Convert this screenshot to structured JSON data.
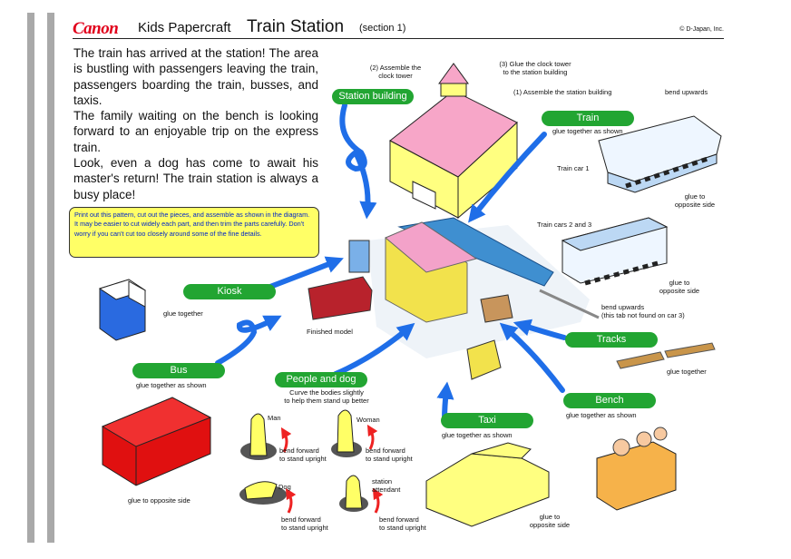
{
  "header": {
    "logo": "Canon",
    "series": "Kids Papercraft",
    "title": "Train Station",
    "section": "(section 1)",
    "copyright": "© D-Japan, Inc."
  },
  "intro": [
    "The train has arrived at the station!  The area is bustling with passengers leaving the train, passengers boarding the train, busses, and taxis.",
    "The family waiting on the bench is looking forward to an enjoyable trip on the express train.",
    "Look, even a dog has come to await his master's return!  The train station is always a busy place!"
  ],
  "note": "Print out this pattern, cut out the pieces, and assemble as shown in the diagram.  It may be easier to cut widely each part, and then trim the parts carefully.  Don't worry if you can't cut too closely around some of the fine details.",
  "pills": {
    "station": "Station building",
    "train": "Train",
    "kiosk": "Kiosk",
    "bus": "Bus",
    "people": "People and dog",
    "taxi": "Taxi",
    "bench": "Bench",
    "tracks": "Tracks"
  },
  "labels": {
    "assemble_clock": "(2) Assemble the\nclock tower",
    "glue_clock": "(3) Glue the clock tower\nto the station building",
    "assemble_station": "(1) Assemble the station building",
    "bend_upwards": "bend upwards",
    "train_glue": "glue together as shown",
    "train_car1": "Train car 1",
    "glue_opposite_1": "glue to\nopposite side",
    "train_cars23": "Train cars 2 and 3",
    "glue_opposite_2": "glue to\nopposite side",
    "bend_upwards_2": "bend upwards\n(this tab not found on car 3)",
    "kiosk_glue": "glue together",
    "finished": "Finished model",
    "bus_glue": "glue together as shown",
    "people_note": "Curve the bodies slightly\nto help them stand up better",
    "man": "Man",
    "woman": "Woman",
    "dog": "Dog",
    "attendant": "station\nattendant",
    "bend_1": "bend forward\nto stand upright",
    "bend_2": "bend forward\nto stand upright",
    "bend_3": "bend forward\nto stand upright",
    "bend_4": "bend forward\nto stand upright",
    "taxi_glue": "glue together as shown",
    "bench_glue": "glue together as shown",
    "tracks_glue": "glue together",
    "bus_opposite": "glue to opposite side",
    "taxi_opposite": "glue to\nopposite side"
  }
}
